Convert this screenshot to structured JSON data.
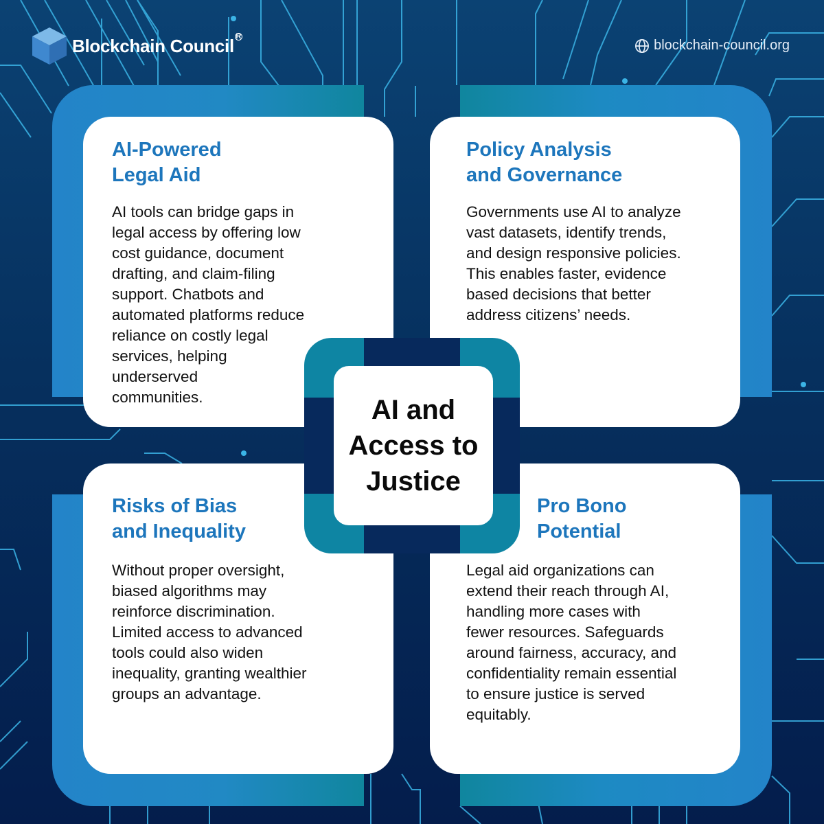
{
  "header": {
    "brand_name": "Blockchain Council",
    "brand_mark": "R",
    "website": "blockchain-council.org",
    "icons": {
      "logo": "cube-logo-icon",
      "website": "globe-icon"
    }
  },
  "center": {
    "title": "AI and\nAccess to\nJustice"
  },
  "cards": [
    {
      "position": "top-left",
      "title": "AI-Powered\nLegal Aid",
      "body": "AI tools can bridge gaps in\nlegal access by offering low\ncost guidance, document\ndrafting, and claim-filing\nsupport. Chatbots and\nautomated platforms reduce\nreliance on costly legal\nservices, helping\nunderserved\ncommunities."
    },
    {
      "position": "top-right",
      "title": "Policy Analysis\nand Governance",
      "body": "Governments use AI to analyze\nvast datasets, identify trends,\nand design responsive policies.\nThis enables faster, evidence\nbased decisions that better\naddress citizens’ needs."
    },
    {
      "position": "bottom-left",
      "title": "Risks of Bias\nand Inequality",
      "body": "Without proper oversight,\nbiased algorithms may\nreinforce discrimination.\nLimited access to advanced\ntools could also widen\ninequality, granting wealthier\ngroups an advantage."
    },
    {
      "position": "bottom-right",
      "title": "Pro Bono\nPotential",
      "body": "Legal aid organizations can\nextend their reach through AI,\nhandling more cases with\nfewer resources. Safeguards\naround fairness, accuracy, and\nconfidentiality remain essential\nto ensure justice is served\nequitably."
    }
  ],
  "colors": {
    "background_top": "#0b4273",
    "background_bottom": "#041d4c",
    "card_title": "#1d76bc",
    "frame_blue": "#2384c9",
    "frame_teal": "#0e85a3",
    "circuit_line": "#39b6e8",
    "body_text": "#111111"
  }
}
